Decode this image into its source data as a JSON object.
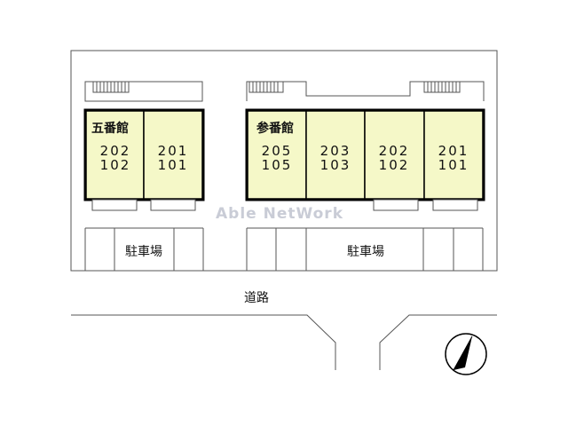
{
  "buildings": [
    {
      "name": "五番館",
      "units": [
        {
          "upper": "202",
          "lower": "102"
        },
        {
          "upper": "201",
          "lower": "101"
        }
      ]
    },
    {
      "name": "参番館",
      "units": [
        {
          "upper": "205",
          "lower": "105"
        },
        {
          "upper": "203",
          "lower": "103"
        },
        {
          "upper": "202",
          "lower": "102"
        },
        {
          "upper": "201",
          "lower": "101"
        }
      ]
    }
  ],
  "parking": {
    "left_label": "駐車場",
    "right_label": "駐車場"
  },
  "road": {
    "label": "道路"
  },
  "watermark": "Able NetWork",
  "compass": {
    "icon": "north-arrow-icon"
  },
  "colors": {
    "unit_fill": "#f5f8c8",
    "outline": "#000000",
    "watermark": "#c9ccd6"
  }
}
